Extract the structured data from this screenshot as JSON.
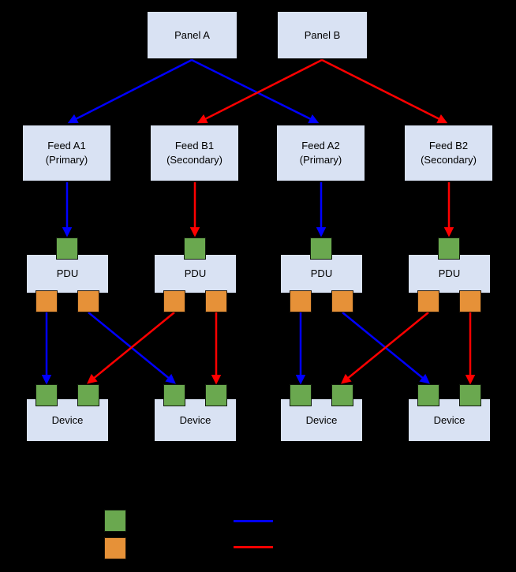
{
  "diagram": {
    "panels": [
      {
        "label": "Panel A"
      },
      {
        "label": "Panel B"
      }
    ],
    "feeds": [
      {
        "line1": "Feed A1",
        "line2": "(Primary)"
      },
      {
        "line1": "Feed B1",
        "line2": "(Secondary)"
      },
      {
        "line1": "Feed A2",
        "line2": "(Primary)"
      },
      {
        "line1": "Feed B2",
        "line2": "(Secondary)"
      }
    ],
    "pdus": [
      {
        "label": "PDU"
      },
      {
        "label": "PDU"
      },
      {
        "label": "PDU"
      },
      {
        "label": "PDU"
      }
    ],
    "devices": [
      {
        "label": "Device"
      },
      {
        "label": "Device"
      },
      {
        "label": "Device"
      },
      {
        "label": "Device"
      }
    ]
  },
  "legend": {
    "items": [
      {
        "swatch": "green-square-icon"
      },
      {
        "swatch": "orange-square-icon"
      },
      {
        "swatch": "blue-line-icon"
      },
      {
        "swatch": "red-line-icon"
      }
    ]
  },
  "colors": {
    "node_fill": "#d9e2f3",
    "node_text": "#000000",
    "green_port": "#6aa84f",
    "orange_port": "#e69138",
    "primary_arrow": "#0000ff",
    "secondary_arrow": "#ff0000",
    "background": "#000000"
  }
}
